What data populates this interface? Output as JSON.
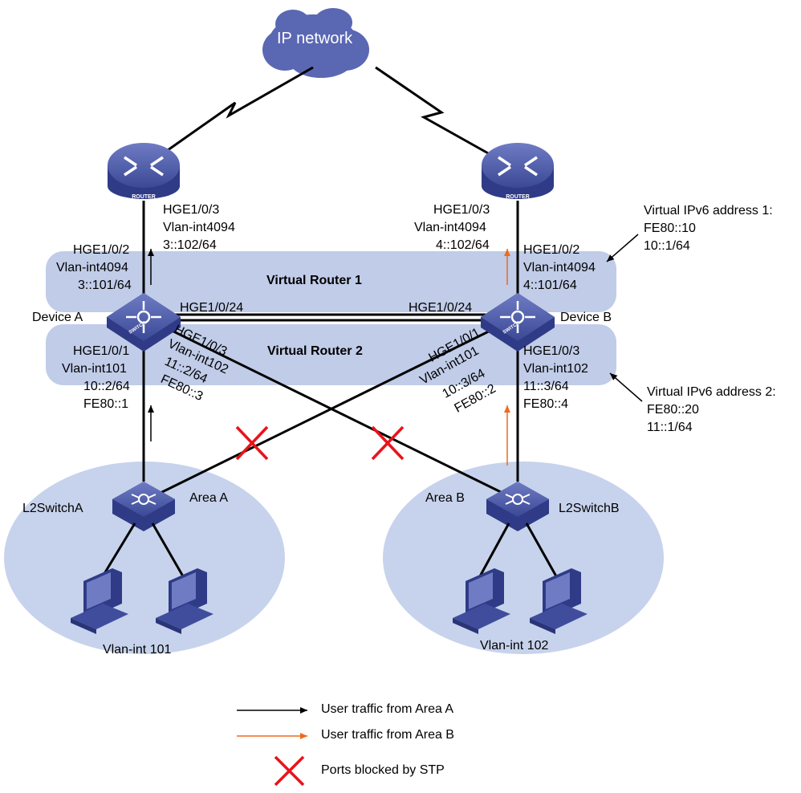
{
  "cloud": {
    "label": "IP network"
  },
  "regions": {
    "vr1": {
      "label": "Virtual Router 1"
    },
    "vr2": {
      "label": "Virtual Router 2"
    }
  },
  "devices": {
    "router_left": {
      "icon_text": "ROUTER"
    },
    "router_right": {
      "icon_text": "ROUTER"
    },
    "device_a": {
      "label": "Device A",
      "icon_text": "SWITCH"
    },
    "device_b": {
      "label": "Device B",
      "icon_text": "SWITCH"
    },
    "l2switch_a": {
      "label": "L2SwitchA"
    },
    "l2switch_b": {
      "label": "L2SwitchB"
    }
  },
  "areas": {
    "a": {
      "label": "Area A",
      "vlan": "Vlan-int 101"
    },
    "b": {
      "label": "Area B",
      "vlan": "Vlan-int 102"
    }
  },
  "interfaces": {
    "router_left_port": [
      "HGE1/0/3",
      "Vlan-int4094",
      "3::102/64"
    ],
    "router_right_port": [
      "HGE1/0/3",
      "Vlan-int4094",
      "4::102/64"
    ],
    "device_a_up": [
      "HGE1/0/2",
      "Vlan-int4094",
      "3::101/64"
    ],
    "device_b_up": [
      "HGE1/0/2",
      "Vlan-int4094",
      "4::101/64"
    ],
    "device_a_trunk": "HGE1/0/24",
    "device_b_trunk": "HGE1/0/24",
    "device_a_down": [
      "HGE1/0/1",
      "Vlan-int101",
      "10::2/64",
      "FE80::1"
    ],
    "device_b_down": [
      "HGE1/0/3",
      "Vlan-int102",
      "11::3/64",
      "FE80::4"
    ],
    "device_a_cross": [
      "HGE1/0/3",
      "Vlan-int102",
      "11::2/64",
      "FE80::3"
    ],
    "device_b_cross": [
      "HGE1/0/1",
      "Vlan-int101",
      "10::3/64",
      "FE80::2"
    ]
  },
  "virtual_ips": {
    "vip1": [
      "Virtual IPv6 address 1:",
      "FE80::10",
      "10::1/64"
    ],
    "vip2": [
      "Virtual IPv6 address 2:",
      "FE80::20",
      "11::1/64"
    ]
  },
  "legend": {
    "area_a": "User traffic from Area A",
    "area_b": "User traffic from Area B",
    "blocked": "Ports blocked by STP"
  },
  "colors": {
    "area_a_traffic": "#000000",
    "area_b_traffic": "#ee6a1c",
    "blocked_mark": "#e8131b",
    "region_fill": "#c0cce8",
    "device_blue": "#3f4d9c",
    "cloud_blue": "#5a67b3"
  }
}
